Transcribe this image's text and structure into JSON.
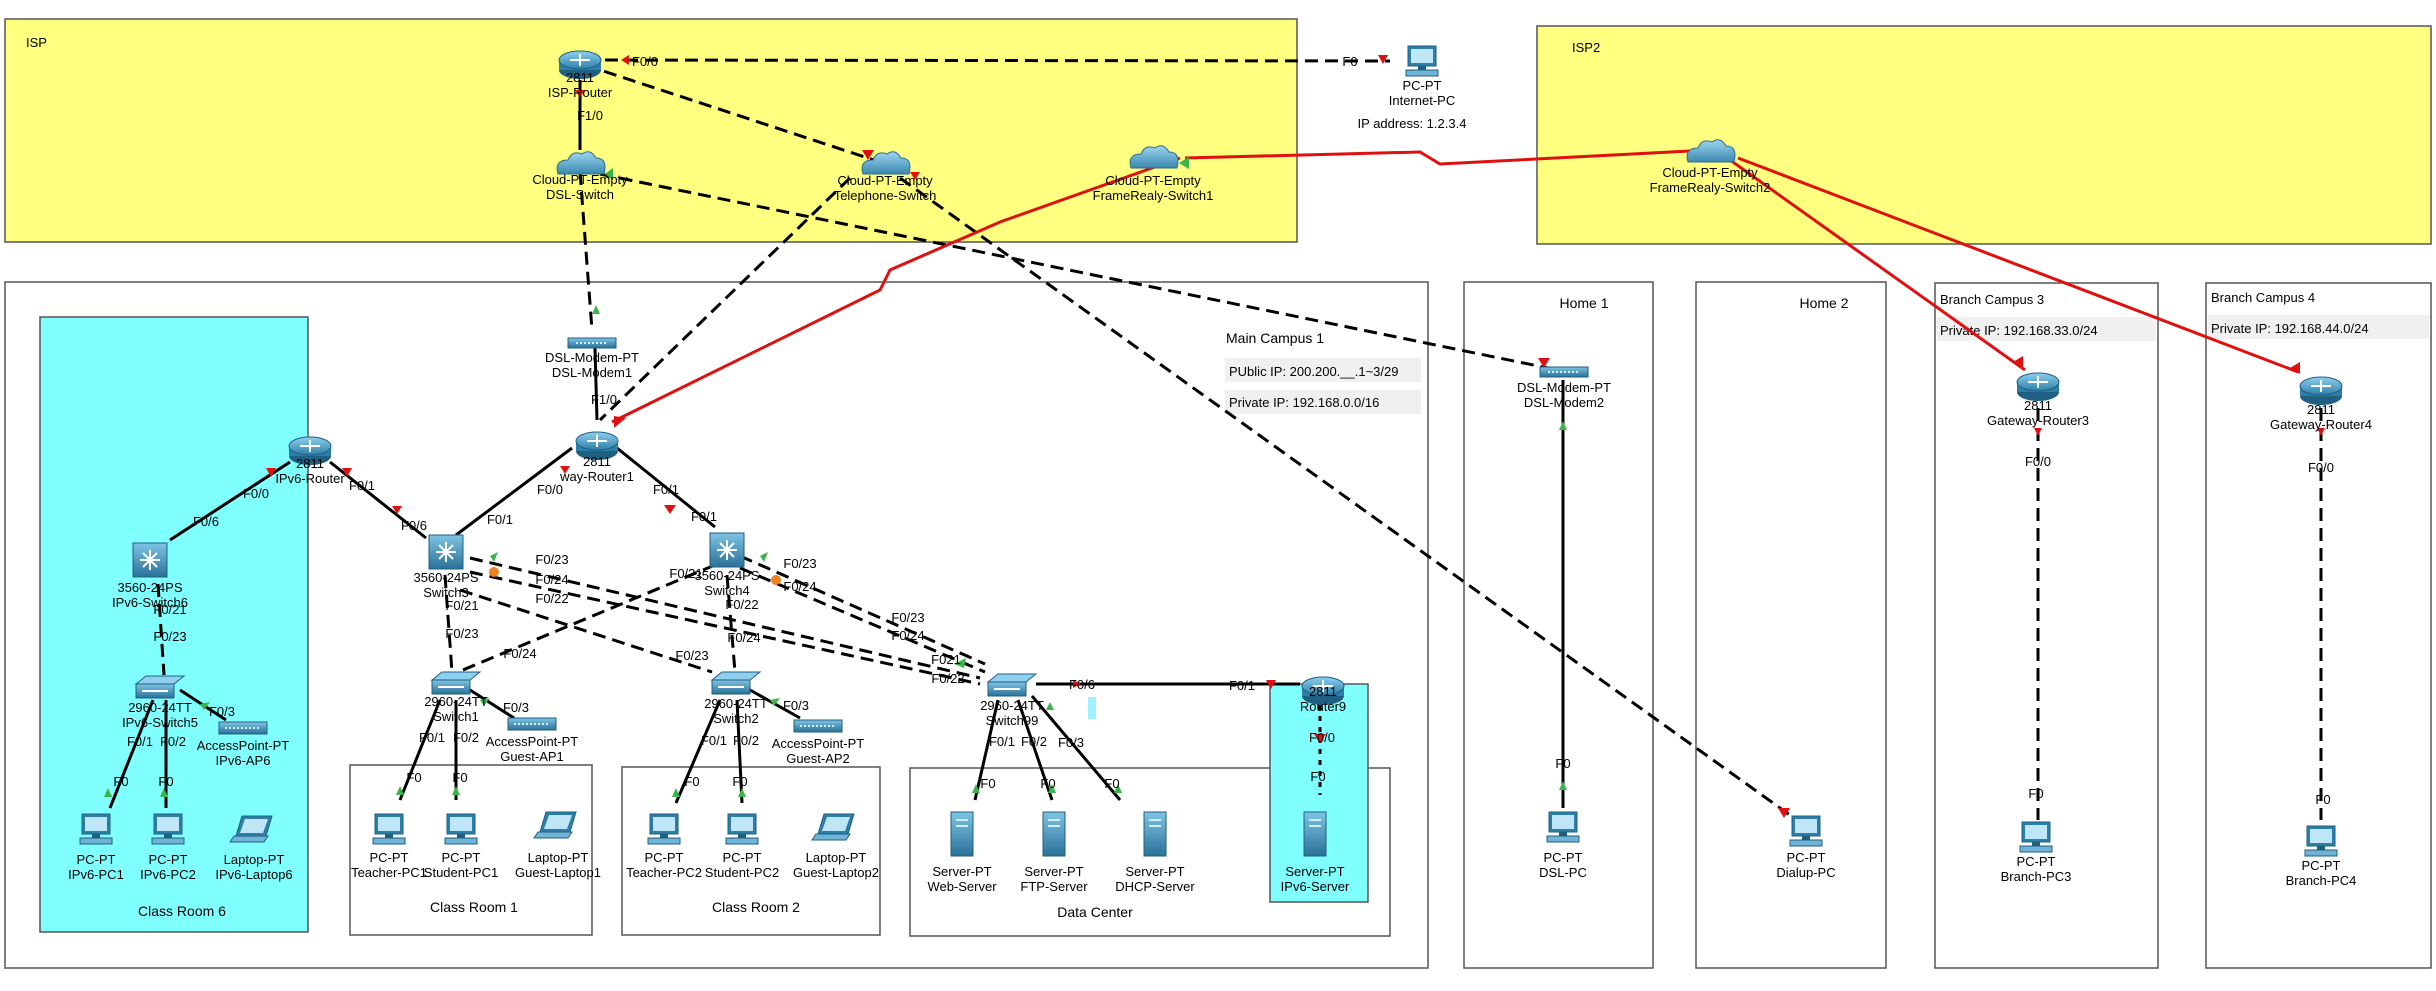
{
  "colors": {
    "isp_fill": "#ffff80",
    "classroom6_fill": "#80ffff",
    "ipv6_server_fill": "#80ffff",
    "serial_link": "#e01010",
    "copper_link": "#000000",
    "link_up": "#39b54a",
    "link_down": "#e01010",
    "device_blue": "#2e7fa8"
  },
  "areas": {
    "isp": {
      "label": "ISP"
    },
    "isp2": {
      "label": "ISP2"
    },
    "home1": {
      "label": "Home 1"
    },
    "home2": {
      "label": "Home 2"
    },
    "branch3": {
      "label": "Branch Campus 3",
      "note": "Private IP: 192.168.33.0/24"
    },
    "branch4": {
      "label": "Branch Campus 4",
      "note": "Private IP: 192.168.44.0/24"
    },
    "main_campus": {
      "label": "Main Campus 1",
      "public_ip": "PUblic IP: 200.200.__.1~3/29",
      "private_ip": "Private IP: 192.168.0.0/16"
    },
    "class_room_6": {
      "label": "Class Room 6"
    },
    "class_room_1": {
      "label": "Class Room 1"
    },
    "class_room_2": {
      "label": "Class Room 2"
    },
    "data_center": {
      "label": "Data Center"
    }
  },
  "devices": {
    "isp_router": {
      "model": "2811",
      "name": "ISP-Router"
    },
    "internet_pc": {
      "model": "PC-PT",
      "name": "Internet-PC",
      "note": "IP address: 1.2.3.4"
    },
    "dsl_switch": {
      "model": "Cloud-PT-Empty",
      "name": "DSL-Switch"
    },
    "telephone_switch": {
      "model": "Cloud-PT-Empty",
      "name": "Telephone-Switch"
    },
    "framerelay_switch1": {
      "model": "Cloud-PT-Empty",
      "name": "FrameRealy-Switch1"
    },
    "framerelay_switch2": {
      "model": "Cloud-PT-Empty",
      "name": "FrameRealy-Switch2"
    },
    "dsl_modem1": {
      "model": "DSL-Modem-PT",
      "name": "DSL-Modem1"
    },
    "dsl_modem2": {
      "model": "DSL-Modem-PT",
      "name": "DSL-Modem2"
    },
    "gateway_router1": {
      "model": "2811",
      "name": "Gateway-Router1",
      "name_visible": "way-Router1"
    },
    "ipv6_router": {
      "model": "2811",
      "name": "IPv6-Router"
    },
    "router9": {
      "model": "2811",
      "name": "Router9"
    },
    "gateway_router3": {
      "model": "2811",
      "name": "Gateway-Router3"
    },
    "gateway_router4": {
      "model": "2811",
      "name": "Gateway-Router4"
    },
    "ipv6_switch6": {
      "model": "3560-24PS",
      "name": "IPv6-Switch6"
    },
    "ipv6_switch5": {
      "model": "2960-24TT",
      "name": "IPv6-Switch5"
    },
    "switch3": {
      "model": "3560-24PS",
      "name": "Switch3"
    },
    "switch4": {
      "model": "3560-24PS",
      "name": "Switch4"
    },
    "switch1": {
      "model": "2960-24TT",
      "name": "Switch1"
    },
    "switch2": {
      "model": "2960-24TT",
      "name": "Switch2"
    },
    "switch99": {
      "model": "2960-24TT",
      "name": "Switch99"
    },
    "ipv6_ap6": {
      "model": "AccessPoint-PT",
      "name": "IPv6-AP6"
    },
    "guest_ap1": {
      "model": "AccessPoint-PT",
      "name": "Guest-AP1"
    },
    "guest_ap2": {
      "model": "AccessPoint-PT",
      "name": "Guest-AP2"
    },
    "ipv6_pc1": {
      "model": "PC-PT",
      "name": "IPv6-PC1"
    },
    "ipv6_pc2": {
      "model": "PC-PT",
      "name": "IPv6-PC2"
    },
    "ipv6_laptop6": {
      "model": "Laptop-PT",
      "name": "IPv6-Laptop6"
    },
    "teacher_pc1": {
      "model": "PC-PT",
      "name": "Teacher-PC1"
    },
    "student_pc1": {
      "model": "PC-PT",
      "name": "Student-PC1"
    },
    "guest_laptop1": {
      "model": "Laptop-PT",
      "name": "Guest-Laptop1"
    },
    "teacher_pc2": {
      "model": "PC-PT",
      "name": "Teacher-PC2"
    },
    "student_pc2": {
      "model": "PC-PT",
      "name": "Student-PC2"
    },
    "guest_laptop2": {
      "model": "Laptop-PT",
      "name": "Guest-Laptop2"
    },
    "web_server": {
      "model": "Server-PT",
      "name": "Web-Server"
    },
    "ftp_server": {
      "model": "Server-PT",
      "name": "FTP-Server"
    },
    "dhcp_server": {
      "model": "Server-PT",
      "name": "DHCP-Server"
    },
    "ipv6_server": {
      "model": "Server-PT",
      "name": "IPv6-Server"
    },
    "dsl_pc": {
      "model": "PC-PT",
      "name": "DSL-PC"
    },
    "dialup_pc": {
      "model": "PC-PT",
      "name": "Dialup-PC"
    },
    "branch_pc3": {
      "model": "PC-PT",
      "name": "Branch-PC3"
    },
    "branch_pc4": {
      "model": "PC-PT",
      "name": "Branch-PC4"
    }
  },
  "port_labels": {
    "isp_f00": "F0/0",
    "isp_f10": "F1/0",
    "internet_pc_f0": "F0",
    "modem1_f10": "F1/0",
    "gw1_f00": "F0/0",
    "gw1_f01a": "F0/1",
    "gw1_f01b": "F0/1",
    "ipv6r_f00": "F0/0",
    "ipv6r_f01": "F0/1",
    "sw3_f06": "F0/6",
    "sw6_f06": "F0/6",
    "sw6_f021": "F0/21",
    "sw5_f023": "F0/23",
    "sw5_f03": "F0/3",
    "sw5_f01": "F0/1",
    "sw5_f02": "F0/2",
    "pc1_f0": "F0",
    "pc2_f0": "F0",
    "sw3_f023": "F0/23",
    "sw3_f024": "F0/24",
    "sw3_f022": "F0/22",
    "sw3_f021": "F0/21",
    "sw1_f023": "F0/23",
    "sw1_f024": "F0/24",
    "sw1_f03": "F0/3",
    "sw1_f01": "F0/1",
    "sw1_f02": "F0/2",
    "tpc1_f0": "F0",
    "spc1_f0": "F0",
    "sw4_f023": "F0/23",
    "sw4_f024": "F0/24",
    "sw4_f021": "F0/21",
    "sw4_f022": "F0/22",
    "sw2_f023": "F0/23",
    "sw2_f024": "F0/24",
    "sw2_f03": "F0/3",
    "sw2_f01": "F0/1",
    "sw2_f02": "F0/2",
    "tpc2_f0": "F0",
    "spc2_f0": "F0",
    "sw99_f023": "F0/23",
    "sw99_f024": "F0/24",
    "sw99_f021": "F021",
    "sw99_f022": "F0/22",
    "sw99_f06": "F0/6",
    "sw99_f01": "F0/1",
    "sw99_f02": "F0/2",
    "sw99_f03": "F0/3",
    "web_f0": "F0",
    "ftp_f0": "F0",
    "dhcp_f0": "F0",
    "r9_f01": "F0/1",
    "r9_f00": "F0/0",
    "ipv6srv_f0": "F0",
    "dslpc_f0": "F0",
    "gw3_f00": "F0/0",
    "bpc3_f0": "F0",
    "gw4_f00": "F0/0",
    "bpc4_f0": "F0"
  }
}
